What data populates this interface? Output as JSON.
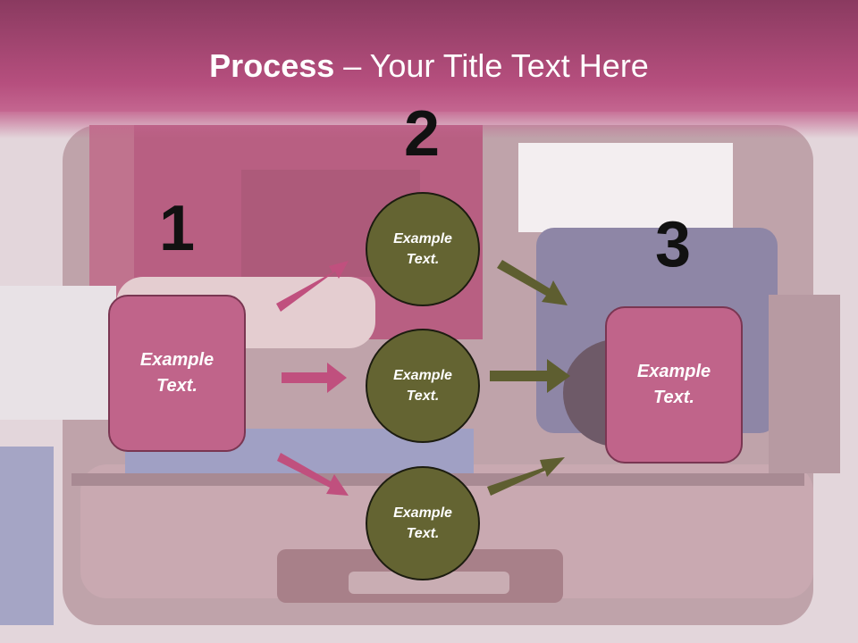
{
  "slide": {
    "title_bold": "Process",
    "title_rest": " – Your Title Text Here"
  },
  "steps": {
    "one": "1",
    "two": "2",
    "three": "3"
  },
  "nodes": {
    "left_box": "Example Text.",
    "circle_top": "Example Text.",
    "circle_mid": "Example Text.",
    "circle_bottom": "Example Text.",
    "right_box": "Example Text."
  },
  "colors": {
    "header": "#b04a78",
    "box_fill": "#c0648a",
    "circle_fill": "#646432",
    "pink_arrow": "#c0507e",
    "olive_arrow": "#5e5e30"
  }
}
